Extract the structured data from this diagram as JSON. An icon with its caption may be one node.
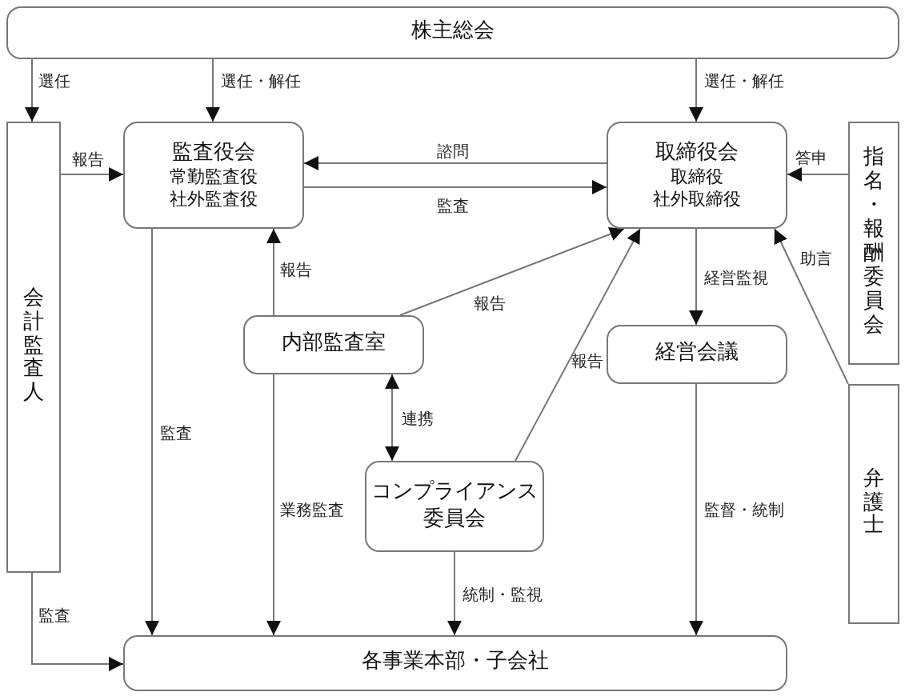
{
  "diagram": {
    "nodes": [
      {
        "text": [
          "株主総会"
        ]
      },
      {
        "text": [
          "会計監査人"
        ]
      },
      {
        "text": [
          "監査役会",
          "常勤監査役",
          "社外監査役"
        ]
      },
      {
        "text": [
          "取締役会",
          "取締役",
          "社外取締役"
        ]
      },
      {
        "text": [
          "指名・報酬委員会"
        ]
      },
      {
        "text": [
          "内部監査室"
        ]
      },
      {
        "text": [
          "経営会議"
        ]
      },
      {
        "text": [
          "弁護士"
        ]
      },
      {
        "text": [
          "コンプライアンス委員会"
        ]
      },
      {
        "text": [
          "各事業本部・子会社"
        ]
      }
    ],
    "edges": [
      {
        "from": 0,
        "to": 1,
        "arrow": "to",
        "label": "選任"
      },
      {
        "from": 0,
        "to": 2,
        "arrow": "to",
        "label": "選任・解任"
      },
      {
        "from": 0,
        "to": 3,
        "arrow": "to",
        "label": "選任・解任"
      },
      {
        "from": 1,
        "to": 2,
        "arrow": "to",
        "label": "報告"
      },
      {
        "from": 3,
        "to": 2,
        "arrow": "to",
        "label": "諮問"
      },
      {
        "from": 2,
        "to": 3,
        "arrow": "to",
        "label": "監査"
      },
      {
        "from": 5,
        "to": 2,
        "arrow": "to",
        "label": "報告"
      },
      {
        "from": 5,
        "to": 3,
        "arrow": "to",
        "label": "報告"
      },
      {
        "from": 8,
        "to": 3,
        "arrow": "to",
        "label": "報告"
      },
      {
        "from": 7,
        "to": 3,
        "arrow": "to",
        "label": "助言"
      },
      {
        "from": 4,
        "to": 3,
        "arrow": "to",
        "label": "答申"
      },
      {
        "from": 3,
        "to": 6,
        "arrow": "to",
        "label": "経営監視"
      },
      {
        "from": 5,
        "to": 8,
        "arrow": "both",
        "label": "連携"
      },
      {
        "from": 2,
        "to": 9,
        "arrow": "to",
        "label": "監査"
      },
      {
        "from": 5,
        "to": 9,
        "arrow": "to",
        "label": "業務監査"
      },
      {
        "from": 8,
        "to": 9,
        "arrow": "to",
        "label": "統制・監視"
      },
      {
        "from": 6,
        "to": 9,
        "arrow": "to",
        "label": "監督・統制"
      },
      {
        "from": 1,
        "to": 9,
        "arrow": "to",
        "label": "監査"
      }
    ]
  }
}
